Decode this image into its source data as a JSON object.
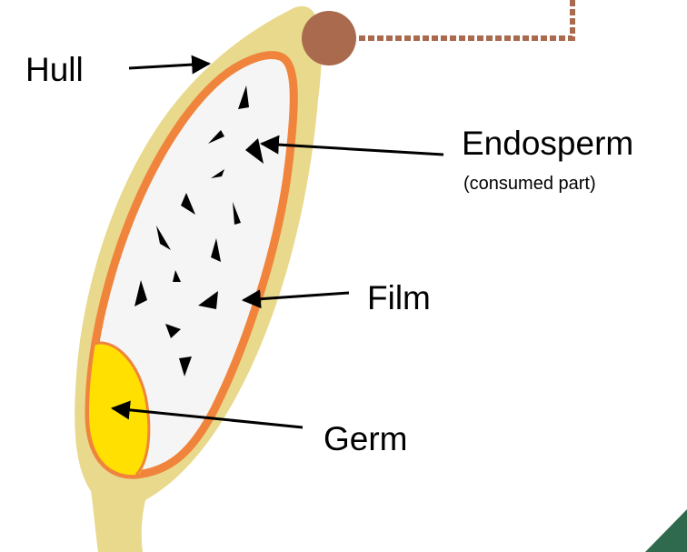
{
  "labels": {
    "hull": "Hull",
    "endosperm": "Endosperm",
    "endosperm_note": "(consumed part)",
    "film": "Film",
    "germ": "Germ"
  },
  "colors": {
    "hull": "#E8D98C",
    "film": "#F0843C",
    "endosperm": "#F5F5F5",
    "germ": "#FFE000",
    "stem_knob": "#A96A4E",
    "dotted_line": "#A96A4E",
    "particles": "#000000",
    "arrows": "#000000",
    "corner": "#2F6A4E"
  }
}
